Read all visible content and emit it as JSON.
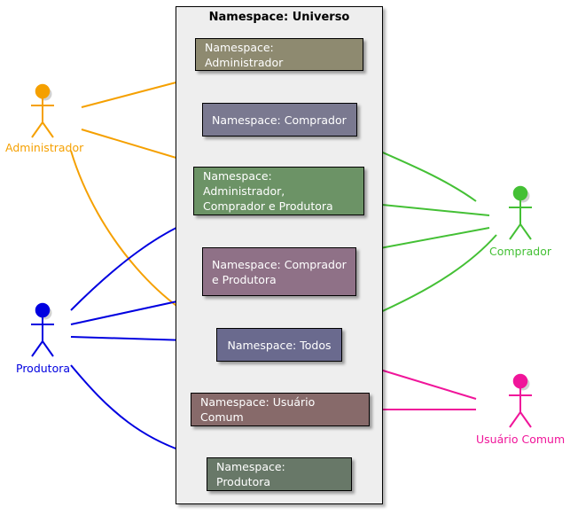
{
  "universe": {
    "title": "Namespace: Universo"
  },
  "namespaces": {
    "administrador": {
      "label": "Namespace: Administrador",
      "color": "#8e8a70"
    },
    "comprador": {
      "label": "Namespace: Comprador",
      "color": "#7a7990"
    },
    "admin_comprador_produtora": {
      "label": "Namespace: Administrador,\nComprador e Produtora",
      "color": "#6c9366"
    },
    "comprador_produtora": {
      "label": "Namespace: Comprador\ne Produtora",
      "color": "#8f7187"
    },
    "todos": {
      "label": "Namespace: Todos",
      "color": "#6a6a8e"
    },
    "usuario_comum": {
      "label": "Namespace: Usuário Comum",
      "color": "#876a6a"
    },
    "produtora": {
      "label": "Namespace: Produtora",
      "color": "#687868"
    }
  },
  "actors": {
    "administrador": {
      "label": "Administrador",
      "color": "#f5a000"
    },
    "produtora": {
      "label": "Produtora",
      "color": "#0000e0"
    },
    "comprador": {
      "label": "Comprador",
      "color": "#44c035"
    },
    "usuario_comum": {
      "label": "Usuário Comum",
      "color": "#f0159a"
    }
  }
}
